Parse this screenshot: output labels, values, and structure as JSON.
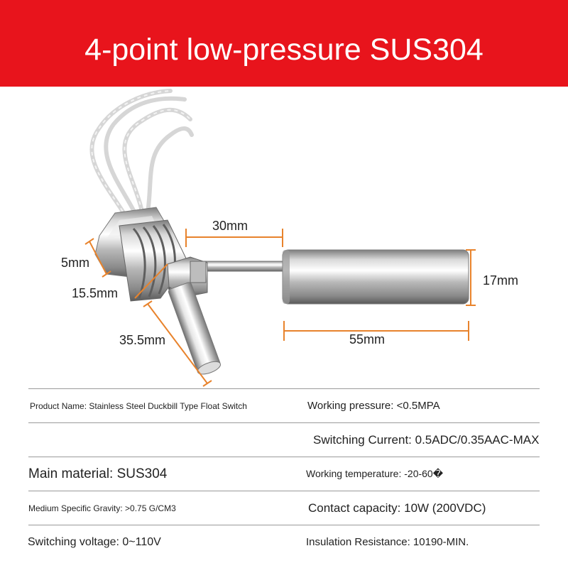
{
  "header": {
    "title": "4-point low-pressure SUS304",
    "background_color": "#e8141c"
  },
  "dimensions": {
    "d_5mm": "5mm",
    "d_15_5mm": "15.5mm",
    "d_35_5mm": "35.5mm",
    "d_30mm": "30mm",
    "d_55mm": "55mm",
    "d_17mm": "17mm",
    "line_color": "#e8832c"
  },
  "specs": {
    "rows": [
      {
        "left": "Product Name: Stainless Steel Duckbill Type Float Switch",
        "right": "Working pressure: <0.5MPA"
      },
      {
        "left": "",
        "right": "Switching Current: 0.5ADC/0.35AAC-MAX"
      },
      {
        "left": "Main material: SUS304",
        "right": "Working temperature: -20-60�"
      },
      {
        "left": "Medium Specific Gravity: >0.75 G/CM3",
        "right": "Contact capacity: 10W (200VDC)"
      },
      {
        "left": "Switching voltage: 0~110V",
        "right": "Insulation Resistance: 10190-MIN."
      }
    ]
  }
}
